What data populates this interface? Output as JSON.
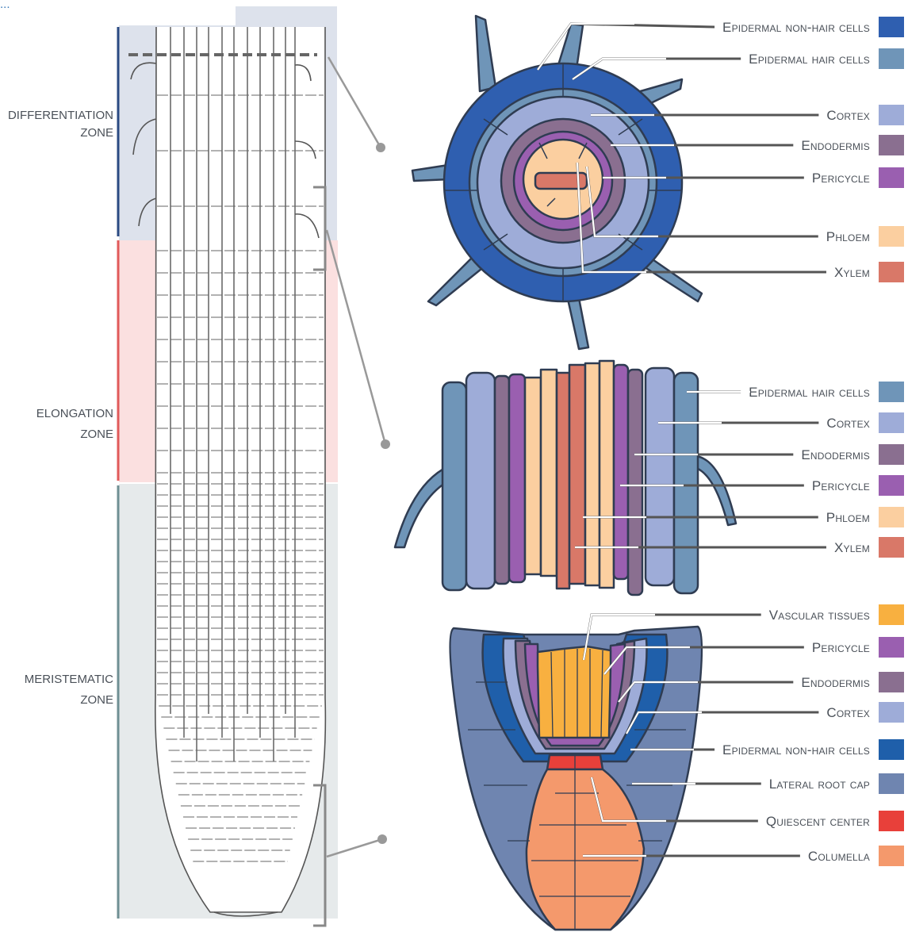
{
  "header_fragment": "...",
  "zones": [
    {
      "line1": "DIFFERENTIATION",
      "line2": "ZONE",
      "bg": "#dde2ec",
      "bar": "#2b4a82"
    },
    {
      "line1": "ELONGATION",
      "line2": "ZONE",
      "bg": "#fbe0e0",
      "bar": "#e05a5a"
    },
    {
      "line1": "MERISTEMATIC",
      "line2": "ZONE",
      "bg": "#e6eaeb",
      "bar": "#6f8f93"
    }
  ],
  "cross_section": {
    "legend": [
      {
        "label": "Epidermal non-hair cells",
        "color": "#2f5fb0"
      },
      {
        "label": "Epidermal hair cells",
        "color": "#6f95b8"
      },
      {
        "label": "Cortex",
        "color": "#9eacd8"
      },
      {
        "label": "Endodermis",
        "color": "#8a6f90"
      },
      {
        "label": "Pericycle",
        "color": "#9a5fb0"
      },
      {
        "label": "Phloem",
        "color": "#fbcfa0"
      },
      {
        "label": "Xylem",
        "color": "#d97868"
      }
    ]
  },
  "longitudinal_section": {
    "legend": [
      {
        "label": "Epidermal hair cells",
        "color": "#6f95b8"
      },
      {
        "label": "Cortex",
        "color": "#9eacd8"
      },
      {
        "label": "Endodermis",
        "color": "#8a6f90"
      },
      {
        "label": "Pericycle",
        "color": "#9a5fb0"
      },
      {
        "label": "Phloem",
        "color": "#fbcfa0"
      },
      {
        "label": "Xylem",
        "color": "#d97868"
      }
    ]
  },
  "root_tip": {
    "legend": [
      {
        "label": "Vascular tissues",
        "color": "#f8b040"
      },
      {
        "label": "Pericycle",
        "color": "#9a5fb0"
      },
      {
        "label": "Endodermis",
        "color": "#8a6f90"
      },
      {
        "label": "Cortex",
        "color": "#9eacd8"
      },
      {
        "label": "Epidermal non-hair cells",
        "color": "#1f5faa"
      },
      {
        "label": "Lateral root cap",
        "color": "#6f85b0"
      },
      {
        "label": "Quiescent center",
        "color": "#e8403a"
      },
      {
        "label": "Columella",
        "color": "#f4996c"
      }
    ]
  }
}
